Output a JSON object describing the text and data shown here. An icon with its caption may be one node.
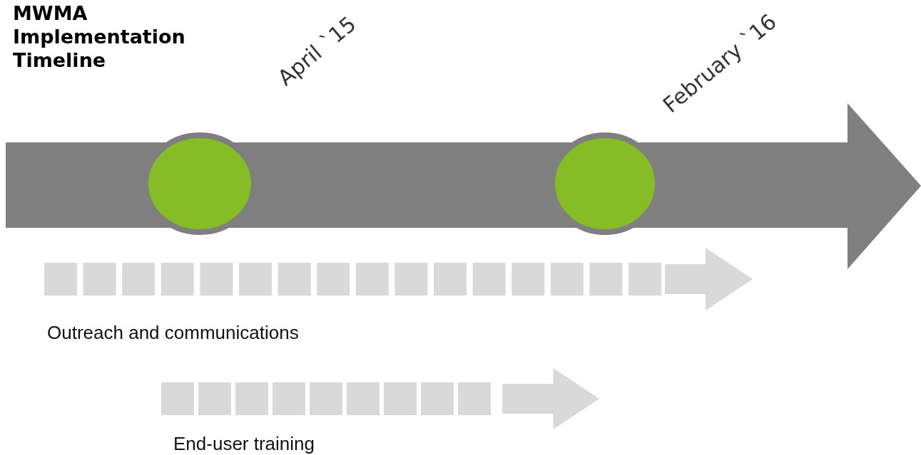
{
  "diagram": {
    "title": "MWMA Implementation Timeline",
    "nodes": [
      {
        "text": [],
        "shape": "circle",
        "beside": [
          "April `15"
        ]
      },
      {
        "text": [],
        "shape": "circle",
        "beside": [
          "February `16"
        ]
      }
    ],
    "labels": [
      "Outreach and communications",
      "End-user training"
    ]
  }
}
